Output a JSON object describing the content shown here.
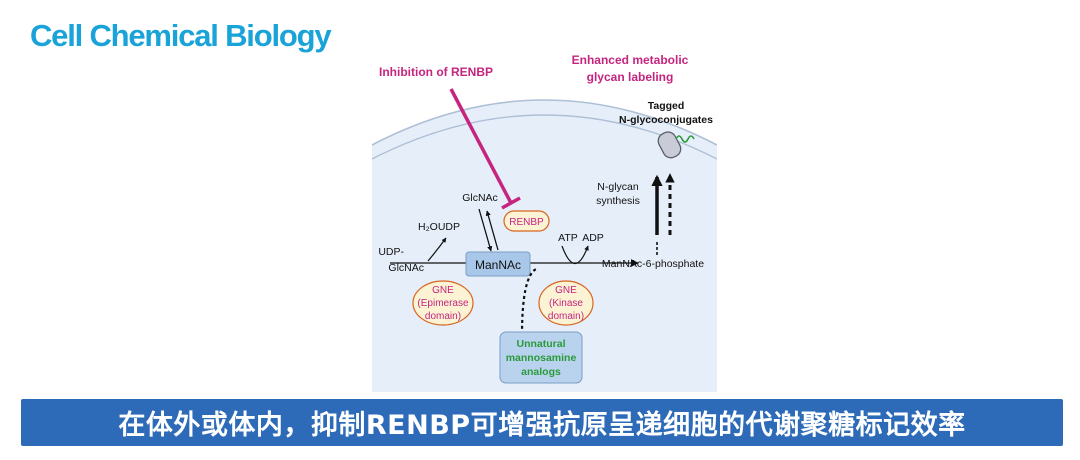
{
  "journal": "Cell Chemical Biology",
  "diagram": {
    "inhibition_label": "Inhibition of RENBP",
    "enhanced_label": [
      "Enhanced metabolic",
      "glycan labeling"
    ],
    "tagged_label": [
      "Tagged",
      "N-glycoconjugates"
    ],
    "nglycan_label": [
      "N-glycan",
      "synthesis"
    ],
    "glcnac": "GlcNAc",
    "renbp": "RENBP",
    "h2o": "H₂O",
    "udp": "UDP",
    "atp": "ATP",
    "adp": "ADP",
    "udp_glcnac": [
      "UDP-",
      "GlcNAc"
    ],
    "mannac": "ManNAc",
    "mannac6p": "ManNAc-6-phosphate",
    "gne_epimerase": [
      "GNE",
      "(Epimerase",
      "domain)"
    ],
    "gne_kinase": [
      "GNE",
      "(Kinase",
      "domain)"
    ],
    "unnatural": [
      "Unnatural",
      "mannosamine",
      "analogs"
    ]
  },
  "caption": "在体外或体内，抑制RENBP可增强抗原呈递细胞的代谢聚糖标记效率",
  "colors": {
    "journal": "#1aa3d8",
    "magenta": "#c5247f",
    "green": "#2a9a3a",
    "banner": "#2d6bb8",
    "cell": "#e6eff9",
    "enzyme_fill": "#fbf3d4",
    "enzyme_border": "#d9641f"
  }
}
